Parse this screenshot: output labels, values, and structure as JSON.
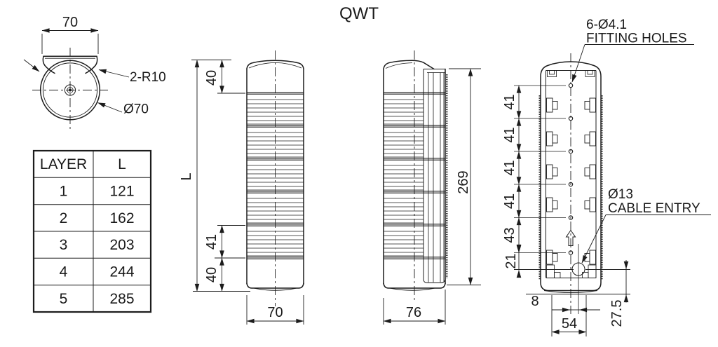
{
  "title": "QWT",
  "top_view": {
    "width_dim": "70",
    "fillet_label": "2-R10",
    "diameter_label": "Ø70"
  },
  "layer_table": {
    "headers": [
      "LAYER",
      "L"
    ],
    "rows": [
      [
        "1",
        "121"
      ],
      [
        "2",
        "162"
      ],
      [
        "3",
        "203"
      ],
      [
        "4",
        "244"
      ],
      [
        "5",
        "285"
      ]
    ]
  },
  "front_view": {
    "cap_height_dim": "40",
    "overall_height_dim": "L",
    "module_height_dim": "41",
    "base_height_dim": "40",
    "width_dim": "70"
  },
  "side_view": {
    "height_dim": "269",
    "width_dim": "76"
  },
  "rear_view": {
    "fitting_holes_note_line1": "6-Ø4.1",
    "fitting_holes_note_line2": "FITTING HOLES",
    "cable_entry_note_line1": "Ø13",
    "cable_entry_note_line2": "CABLE ENTRY",
    "hole_pitch_dims": [
      "41",
      "41",
      "41",
      "41"
    ],
    "lower_pitch_dim": "43",
    "hole_to_cable_dim": "21",
    "cable_offset_dim": "8",
    "mount_width_dim": "54",
    "cable_bottom_dim": "27.5"
  },
  "colors": {
    "line": "#1c1c1c",
    "background": "#ffffff"
  }
}
